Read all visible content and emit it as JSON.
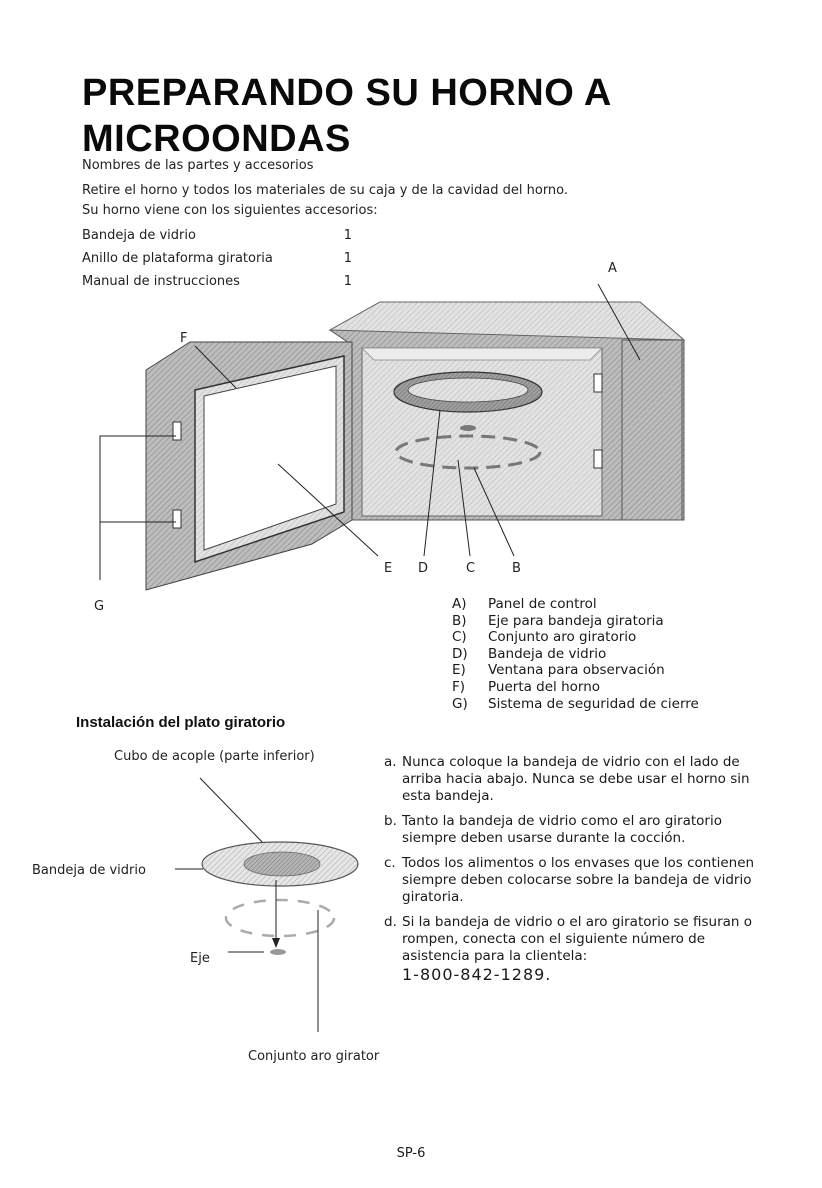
{
  "title_line1": "PREPARANDO SU HORNO A",
  "title_line2": "MICROONDAS",
  "subtitle": "Nombres de las partes y accesorios",
  "intro_line1": "Retire el horno y todos los materiales de su caja y de la cavidad del horno.",
  "intro_line2": "Su horno viene con los siguientes accesorios:",
  "accessories": [
    {
      "name": "Bandeja de vidrio",
      "qty": "1"
    },
    {
      "name": "Anillo de plataforma giratoria",
      "qty": "1"
    },
    {
      "name": "Manual de instrucciones",
      "qty": "1"
    }
  ],
  "diagram_labels": {
    "a": "A",
    "b": "B",
    "c": "C",
    "d": "D",
    "e": "E",
    "f": "F",
    "g": "G"
  },
  "parts": [
    {
      "letter": "A)",
      "name": "Panel de control"
    },
    {
      "letter": "B)",
      "name": "Eje para bandeja giratoria"
    },
    {
      "letter": "C)",
      "name": "Conjunto aro giratorio"
    },
    {
      "letter": "D)",
      "name": "Bandeja de vidrio"
    },
    {
      "letter": "E)",
      "name": "Ventana para observación"
    },
    {
      "letter": "F)",
      "name": "Puerta del horno"
    },
    {
      "letter": "G)",
      "name": "Sistema de seguridad de cierre"
    }
  ],
  "section_heading": "Instalación del plato giratorio",
  "turntable_labels": {
    "hub": "Cubo de acople (parte inferior)",
    "glass": "Bandeja de vidrio",
    "shaft": "Eje",
    "ring": "Conjunto aro giratorio"
  },
  "instructions": [
    {
      "letter": "a.",
      "text": "Nunca coloque la bandeja de vidrio con el lado de arriba hacia abajo. Nunca se debe usar el horno sin esta bandeja."
    },
    {
      "letter": "b.",
      "text": "Tanto la bandeja de vidrio como el aro giratorio siempre deben usarse durante la cocción."
    },
    {
      "letter": "c.",
      "text": "Todos los alimentos o los envases que los contienen siempre deben colocarse sobre la bandeja de vidrio giratoria."
    },
    {
      "letter": "d.",
      "text": "Si la bandeja de vidrio o el aro giratorio se fisuran o rompen, conecta con el siguiente número de asistencia para la clientela:"
    }
  ],
  "phone": "1-800-842-1289.",
  "page_number": "SP-6"
}
